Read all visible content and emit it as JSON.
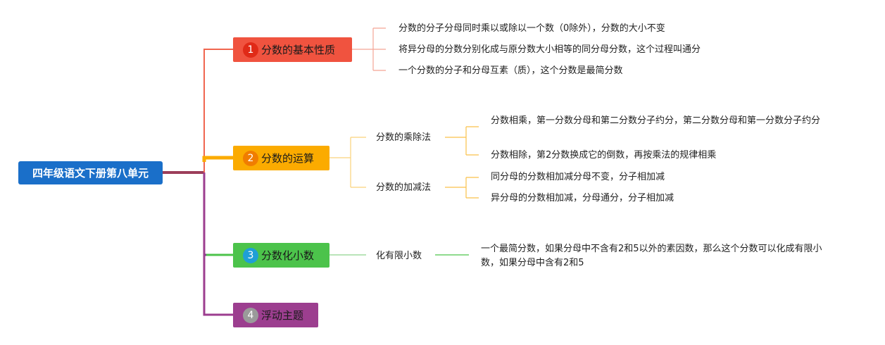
{
  "root": {
    "label": "四年级语文下册第八单元"
  },
  "branches": [
    {
      "num": "1",
      "label": "分数的基本性质",
      "color": "#f0533f",
      "badge_color": "#e02a17",
      "items": [
        "分数的分子分母同时乘以或除以一个数（0除外），分数的大小不变",
        "将异分母的分数分别化成与原分数大小相等的同分母分数，这个过程叫通分",
        "一个分数的分子和分母互素（质），这个分数是最简分数"
      ]
    },
    {
      "num": "2",
      "label": "分数的运算",
      "color": "#fbab00",
      "badge_color": "#f07d00",
      "subs": [
        {
          "label": "分数的乘除法",
          "items": [
            "分数相乘，第一分数分母和第二分数分子约分，第二分数分母和第一分数分子约分",
            "分数相除，第2分数换成它的倒数，再按乘法的规律相乘"
          ]
        },
        {
          "label": "分数的加减法",
          "items": [
            "同分母的分数相加减分母不变，分子相加减",
            "异分母的分数相加减，分母通分，分子相加减"
          ]
        }
      ]
    },
    {
      "num": "3",
      "label": "分数化小数",
      "color": "#4cc34b",
      "badge_color": "#1f9fd6",
      "subs": [
        {
          "label": "化有限小数",
          "items": [
            "一个最简分数，如果分母中不含有2和5以外的素因数，那么这个分数可以化成有限小数，如果分母中含有2和5"
          ]
        }
      ]
    },
    {
      "num": "4",
      "label": "浮动主题",
      "color": "#9c3e8f",
      "badge_color": "#9a9a9a"
    }
  ]
}
